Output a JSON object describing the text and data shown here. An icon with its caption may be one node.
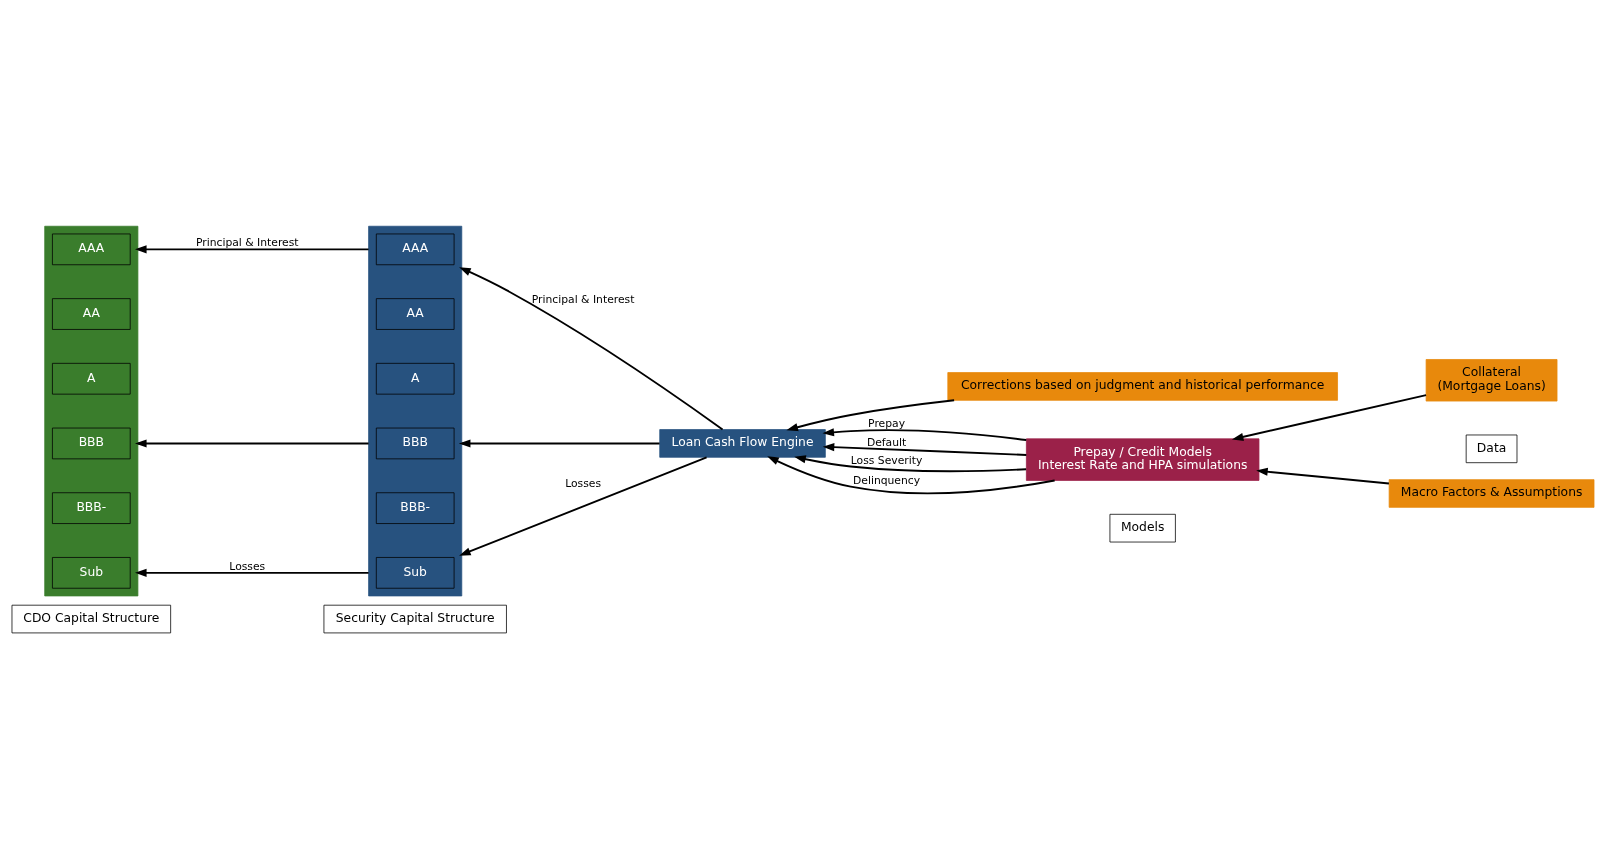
{
  "diagram": {
    "nodes": [
      {
        "text": [
          "CDO Capital Structure"
        ]
      },
      {
        "text": [
          "Security Capital Structure"
        ]
      },
      {
        "text": [
          "Models"
        ]
      },
      {
        "text": [
          "Data"
        ]
      },
      {
        "text": [],
        "shape": "box"
      },
      {
        "text": [
          "AAA"
        ],
        "in": 4
      },
      {
        "text": [
          "AA"
        ],
        "in": 4
      },
      {
        "text": [
          "A"
        ],
        "in": 4
      },
      {
        "text": [
          "BBB"
        ],
        "in": 4
      },
      {
        "text": [
          "BBB-"
        ],
        "in": 4
      },
      {
        "text": [
          "Sub"
        ],
        "in": 4
      },
      {
        "text": [],
        "shape": "box"
      },
      {
        "text": [
          "AAA"
        ],
        "in": 11
      },
      {
        "text": [
          "AA"
        ],
        "in": 11
      },
      {
        "text": [
          "A"
        ],
        "in": 11
      },
      {
        "text": [
          "BBB"
        ],
        "in": 11
      },
      {
        "text": [
          "BBB-"
        ],
        "in": 11
      },
      {
        "text": [
          "Sub"
        ],
        "in": 11
      },
      {
        "text": [
          "Loan Cash Flow Engine"
        ]
      },
      {
        "text": [
          "Prepay / Credit Models",
          "Interest Rate and HPA simulations"
        ]
      },
      {
        "text": [
          "Collateral",
          "(Mortgage Loans)"
        ]
      },
      {
        "text": [
          "Corrections based on judgment and historical performance"
        ]
      },
      {
        "text": [
          "Macro Factors & Assumptions"
        ]
      }
    ],
    "edges": [
      {
        "from": 11,
        "to": 4,
        "label": "Principal & Interest",
        "arrow": "to"
      },
      {
        "from": 11,
        "to": 4,
        "arrow": "to"
      },
      {
        "from": 11,
        "to": 4,
        "label": "Losses",
        "arrow": "to"
      },
      {
        "from": 18,
        "to": 11,
        "label": "Principal & Interest",
        "arrow": "to"
      },
      {
        "from": 18,
        "to": 11,
        "arrow": "to"
      },
      {
        "from": 18,
        "to": 11,
        "label": "Losses",
        "arrow": "to"
      },
      {
        "from": 19,
        "to": 18,
        "label": "Prepay",
        "arrow": "to"
      },
      {
        "from": 19,
        "to": 18,
        "label": "Default",
        "arrow": "to"
      },
      {
        "from": 19,
        "to": 18,
        "label": "Loss Severity",
        "arrow": "to"
      },
      {
        "from": 19,
        "to": 18,
        "label": "Delinquency",
        "arrow": "to"
      },
      {
        "from": 20,
        "to": 19,
        "arrow": "to"
      },
      {
        "from": 21,
        "to": 18,
        "arrow": "to"
      },
      {
        "from": 22,
        "to": 19,
        "arrow": "to"
      }
    ]
  }
}
